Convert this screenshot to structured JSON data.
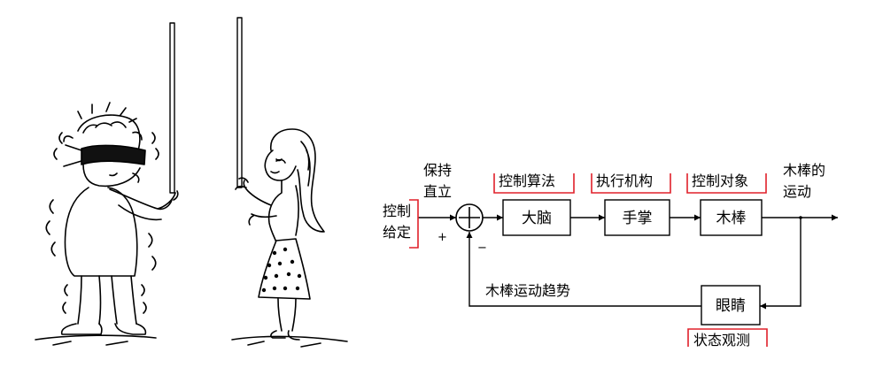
{
  "diagram": {
    "input_label": [
      "控制",
      "给定"
    ],
    "setpoint_label": [
      "保持",
      "直立"
    ],
    "plus_sign": "+",
    "minus_sign": "−",
    "blocks": {
      "brain": "大脑",
      "hand": "手掌",
      "stick": "木棒",
      "eyes": "眼睛"
    },
    "annotations": {
      "control_algorithm": "控制算法",
      "actuator": "执行机构",
      "controlled_object": "控制对象",
      "state_observation": "状态观测"
    },
    "output_label": [
      "木棒的",
      "运动"
    ],
    "feedback_label": "木棒运动趋势"
  },
  "colors": {
    "ink": "#000000",
    "annotation_bracket": "#e0202a",
    "background": "#ffffff"
  }
}
